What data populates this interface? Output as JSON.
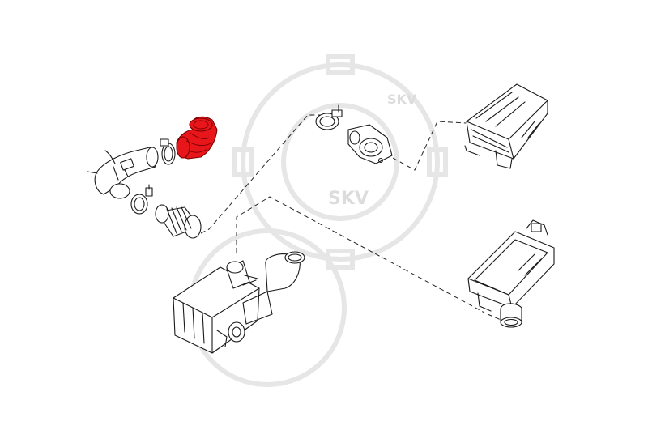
{
  "watermark": {
    "text_upper": "SKV",
    "text_lower": "SKV"
  },
  "highlight": {
    "part": "air-intake-hose-elbow",
    "color": "#e8161b"
  },
  "parts": [
    "duct-elbow-left",
    "hose-clamp-upper",
    "air-intake-elbow-highlighted",
    "hose-clamp-lower",
    "bellows-hose",
    "hose-clamp-throttle",
    "throttle-body-adapter",
    "air-filter-housing-cover",
    "resonator-box",
    "air-filter-housing-lower"
  ]
}
